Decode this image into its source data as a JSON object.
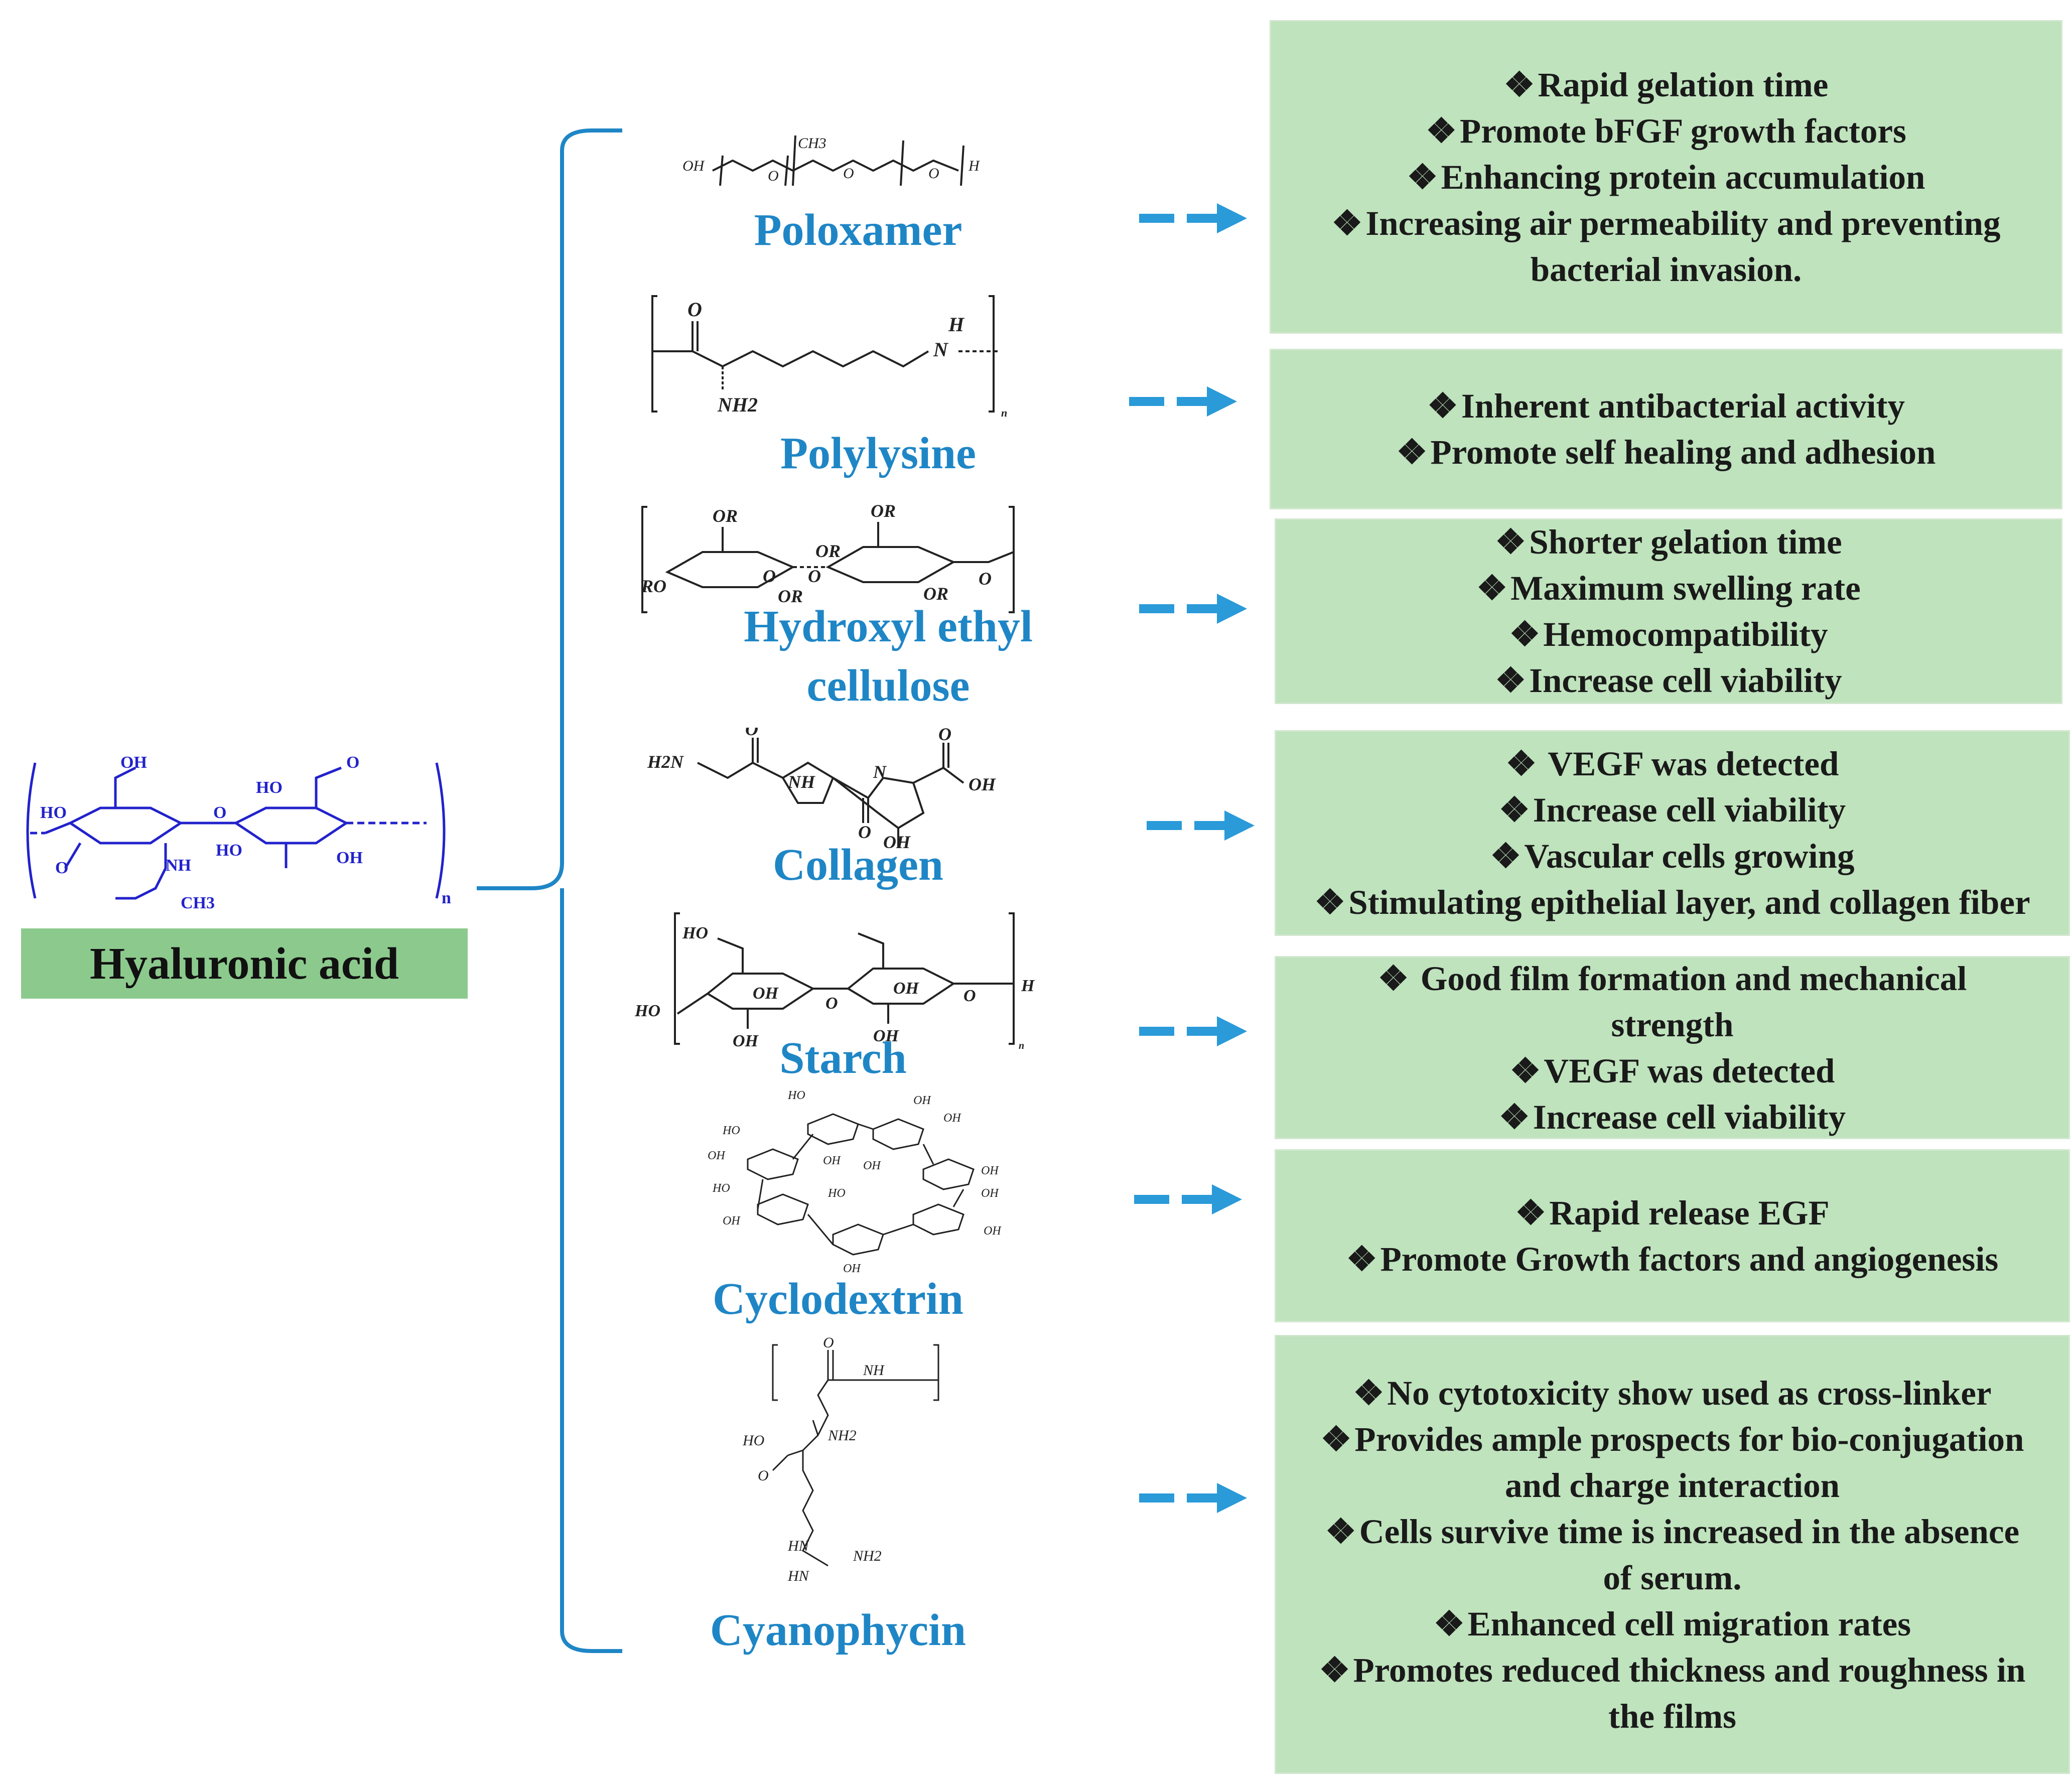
{
  "core": {
    "label": "Hyaluronic acid",
    "structure_labels": [
      "OH",
      "HO",
      "O",
      "NH",
      "CH3",
      "HO",
      "O",
      "HO",
      "OH",
      "O",
      "n"
    ]
  },
  "colors": {
    "bracket": "#1f86c6",
    "arrow": "#2a9ad8",
    "polymer_name": "#1f86c6",
    "box_fill": "#bfe3bd",
    "label_fill": "#8cc98d",
    "ha_structure": "#2222cc"
  },
  "polymers": [
    {
      "name": "Poloxamer",
      "structure_labels": [
        "OH",
        "O",
        "CH3",
        "O",
        "O",
        "H"
      ],
      "properties": [
        "Rapid gelation time",
        "Promote bFGF growth factors",
        "Enhancing protein accumulation",
        "Increasing air permeability and preventing",
        "bacterial invasion."
      ]
    },
    {
      "name": "Polylysine",
      "structure_labels": [
        "O",
        "H",
        "N",
        "NH2",
        "n"
      ],
      "properties": [
        "Inherent antibacterial activity",
        "Promote self healing and adhesion"
      ]
    },
    {
      "name": "Hydroxyl ethyl cellulose",
      "structure_labels": [
        "OR",
        "OR",
        "OR",
        "RO",
        "OR",
        "O",
        "O",
        "OR",
        "O"
      ],
      "properties": [
        "Shorter gelation time",
        "Maximum swelling rate",
        "Hemocompatibility",
        "Increase cell viability"
      ]
    },
    {
      "name": "Collagen",
      "structure_labels": [
        "H2N",
        "O",
        "NH",
        "N",
        "O",
        "O",
        "OH",
        "OH"
      ],
      "properties": [
        " VEGF was detected",
        "Increase cell viability",
        "Vascular cells growing",
        "Stimulating epithelial layer, and collagen fiber"
      ]
    },
    {
      "name": "Starch",
      "structure_labels": [
        "HO",
        "HO",
        "OH",
        "OH",
        "O",
        "OH",
        "OH",
        "O",
        "H",
        "n"
      ],
      "properties": [
        " Good film formation and mechanical",
        "strength",
        "VEGF was detected",
        "Increase cell viability"
      ]
    },
    {
      "name": "Cyclodextrin",
      "structure_labels": [
        "HO",
        "OH",
        "OH",
        "HO",
        "OH",
        "OH",
        "OH",
        "OH",
        "HO",
        "OH",
        "OH",
        "OH",
        "OH",
        "HO"
      ],
      "properties": [
        "Rapid release EGF",
        "Promote Growth factors and angiogenesis"
      ]
    },
    {
      "name": "Cyanophycin",
      "structure_labels": [
        "O",
        "NH",
        "NH2",
        "HO",
        "O",
        "HN",
        "NH2",
        "HN"
      ],
      "properties": [
        "No cytotoxicity show used  as cross-linker",
        "Provides ample prospects for bio-conjugation",
        "and charge interaction",
        "Cells survive time is increased in the absence",
        "of serum.",
        "Enhanced cell migration rates",
        "Promotes reduced thickness and roughness in",
        "the films"
      ]
    }
  ]
}
